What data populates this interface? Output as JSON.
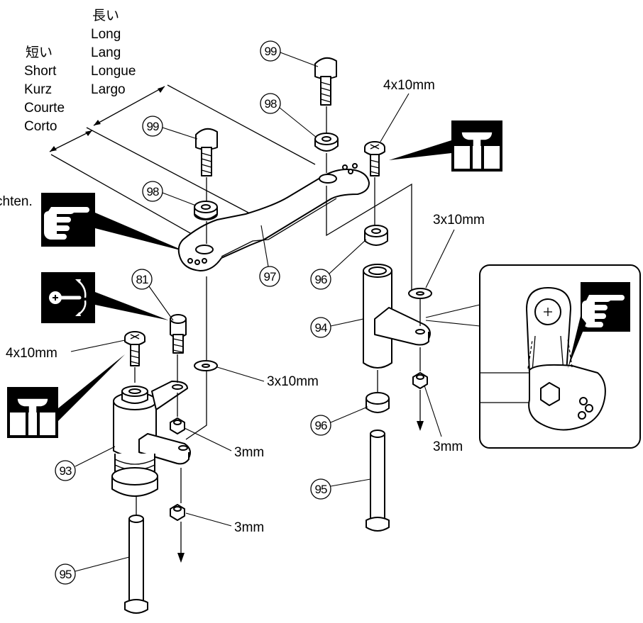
{
  "length_labels": {
    "long": [
      "長い",
      "Long",
      "Lang",
      "Longue",
      "Largo"
    ],
    "short": [
      "短い",
      "Short",
      "Kurz",
      "Courte",
      "Corto"
    ]
  },
  "cut_off_text": "chten.",
  "parts": {
    "p99a": "99",
    "p99b": "99",
    "p98a": "98",
    "p98b": "98",
    "p97": "97",
    "p96a": "96",
    "p96b": "96",
    "p95a": "95",
    "p95b": "95",
    "p94": "94",
    "p93": "93",
    "p81": "81"
  },
  "dimensions": {
    "screw_top": "4x10mm",
    "screw_left": "4x10mm",
    "washer_right": "3x10mm",
    "washer_left": "3x10mm",
    "nut_right": "3mm",
    "nut_left_upper": "3mm",
    "nut_left_lower": "3mm"
  },
  "icons": {
    "thread_lock_top": "thread-lock-icon",
    "thread_lock_left": "thread-lock-icon",
    "pointing_hand_left": "pointing-hand-icon",
    "pointing_hand_detail": "pointing-hand-icon",
    "adjust_rotate": "rotate-adjust-icon"
  }
}
